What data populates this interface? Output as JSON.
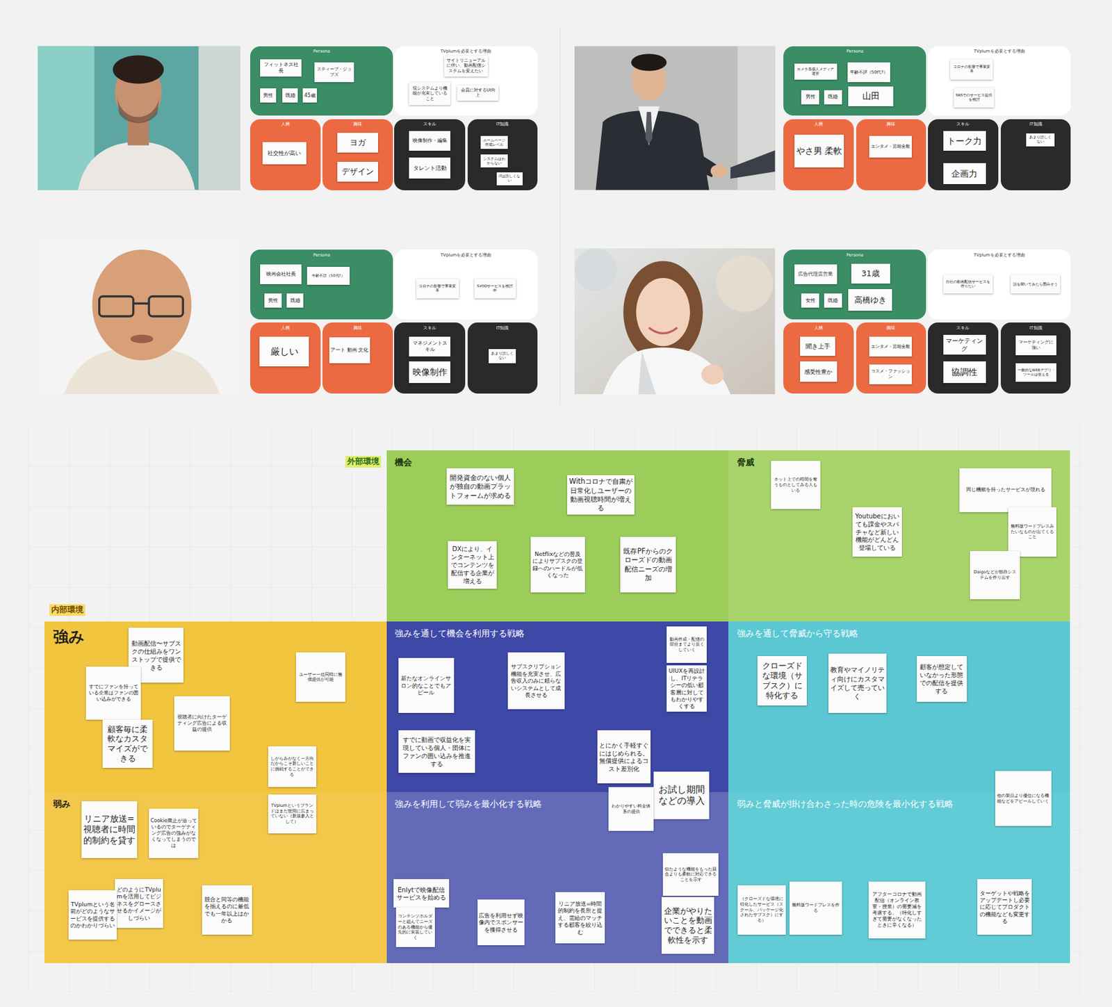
{
  "diagram": {
    "nodes": [
      {
        "text": [
          "Persona"
        ]
      },
      {
        "text": [
          "フィットネス社長"
        ],
        "in": 0
      },
      {
        "text": [
          "スティーブ・ジョブズ"
        ],
        "in": 0
      },
      {
        "text": [
          "男性"
        ],
        "in": 0
      },
      {
        "text": [
          "既婚"
        ],
        "in": 0
      },
      {
        "text": [
          "45歳"
        ],
        "in": 0
      },
      {
        "text": [
          "TVplumを必要とする理由"
        ]
      },
      {
        "text": [
          "サイトリニューアルに伴い、動画配信システムを変えたい"
        ],
        "in": 6
      },
      {
        "text": [
          "現システムより機能が充実していること"
        ],
        "in": 6
      },
      {
        "text": [
          "会員に対するUI向上"
        ],
        "in": 6
      },
      {
        "text": [
          "人柄"
        ]
      },
      {
        "text": [
          "社交性が高い"
        ],
        "in": 10
      },
      {
        "text": [
          "興味"
        ]
      },
      {
        "text": [
          "ヨガ"
        ],
        "in": 12
      },
      {
        "text": [
          "デザイン"
        ],
        "in": 12
      },
      {
        "text": [
          "スキル"
        ]
      },
      {
        "text": [
          "映像制作・編集"
        ],
        "in": 15
      },
      {
        "text": [
          "タレント活動"
        ],
        "in": 15
      },
      {
        "text": [
          "IT知識"
        ]
      },
      {
        "text": [
          "ホームページ作成レベル"
        ],
        "in": 18
      },
      {
        "text": [
          "システムはわからない"
        ],
        "in": 18
      },
      {
        "text": [
          "ITは詳しくない"
        ],
        "in": 18
      },
      {
        "text": [
          "Persona"
        ]
      },
      {
        "text": [
          "カメラ系個人メディア運営"
        ],
        "in": 22
      },
      {
        "text": [
          "年齢不詳（50代?）"
        ],
        "in": 22
      },
      {
        "text": [
          "男性"
        ],
        "in": 22
      },
      {
        "text": [
          "既婚"
        ],
        "in": 22
      },
      {
        "text": [
          "山田"
        ],
        "in": 22
      },
      {
        "text": [
          "TVplumを必要とする理由"
        ]
      },
      {
        "text": [
          "コロナの影響で事業変革"
        ],
        "in": 28
      },
      {
        "text": [
          "SNSでのサービス提供を検討"
        ],
        "in": 28
      },
      {
        "text": [
          "人柄"
        ]
      },
      {
        "text": [
          "やさ男 柔軟"
        ],
        "in": 31
      },
      {
        "text": [
          "興味"
        ]
      },
      {
        "text": [
          "エンタメ・芸能全般"
        ],
        "in": 33
      },
      {
        "text": [
          "スキル"
        ]
      },
      {
        "text": [
          "トーク力"
        ],
        "in": 35
      },
      {
        "text": [
          "企画力"
        ],
        "in": 35
      },
      {
        "text": [
          "IT知識"
        ]
      },
      {
        "text": [
          "あまり詳しくない"
        ],
        "in": 38
      },
      {
        "text": [
          "Persona"
        ]
      },
      {
        "text": [
          "映画会社社長"
        ],
        "in": 40
      },
      {
        "text": [
          "年齢不詳（50代?）"
        ],
        "in": 40
      },
      {
        "text": [
          "男性"
        ],
        "in": 40
      },
      {
        "text": [
          "既婚"
        ],
        "in": 40
      },
      {
        "text": [
          "TVplumを必要とする理由"
        ]
      },
      {
        "text": [
          "コロナの影響で事業変革"
        ],
        "in": 45
      },
      {
        "text": [
          "SVODサービスを検討中"
        ],
        "in": 45
      },
      {
        "text": [
          "人柄"
        ]
      },
      {
        "text": [
          "厳しい"
        ],
        "in": 48
      },
      {
        "text": [
          "興味"
        ]
      },
      {
        "text": [
          "アート 動画 文化"
        ],
        "in": 50
      },
      {
        "text": [
          "スキル"
        ]
      },
      {
        "text": [
          "マネジメントスキル"
        ],
        "in": 52
      },
      {
        "text": [
          "映像制作"
        ],
        "in": 52
      },
      {
        "text": [
          "IT知識"
        ]
      },
      {
        "text": [
          "あまり詳しくない"
        ],
        "in": 55
      },
      {
        "text": [
          "Persona"
        ]
      },
      {
        "text": [
          "広告代理店営業"
        ],
        "in": 57
      },
      {
        "text": [
          "31歳"
        ],
        "in": 57
      },
      {
        "text": [
          "女性"
        ],
        "in": 57
      },
      {
        "text": [
          "既婚"
        ],
        "in": 57
      },
      {
        "text": [
          "高橋ゆき"
        ],
        "in": 57
      },
      {
        "text": [
          "TVplumを必要とする理由"
        ]
      },
      {
        "text": [
          "自社の動画配信サービスを作りたい"
        ],
        "in": 63
      },
      {
        "text": [
          "話を聞いてみたら面白そう"
        ],
        "in": 63
      },
      {
        "text": [
          "人柄"
        ]
      },
      {
        "text": [
          "聞き上手"
        ],
        "in": 66
      },
      {
        "text": [
          "感受性豊か"
        ],
        "in": 66
      },
      {
        "text": [
          "興味"
        ]
      },
      {
        "text": [
          "エンタメ・芸能全般"
        ],
        "in": 69
      },
      {
        "text": [
          "コスメ・ファッション"
        ],
        "in": 69
      },
      {
        "text": [
          "スキル"
        ]
      },
      {
        "text": [
          "マーケティング"
        ],
        "in": 72
      },
      {
        "text": [
          "協調性"
        ],
        "in": 72
      },
      {
        "text": [
          "IT知識"
        ]
      },
      {
        "text": [
          "マーケティングに強い"
        ],
        "in": 75
      },
      {
        "text": [
          "一般的なWEBアプリ・ツールは使える"
        ],
        "in": 75
      },
      {
        "text": [
          "機会"
        ]
      },
      {
        "text": [
          "開発資金のない個人が独自の動画プラットフォームが求める"
        ],
        "in": 78
      },
      {
        "text": [
          "Withコロナで自粛が日常化しユーザーの動画視聴時間が増える"
        ],
        "in": 78
      },
      {
        "text": [
          "DXにより、インターネット上でコンテンツを配信する企業が増える"
        ],
        "in": 78
      },
      {
        "text": [
          "Netflixなどの普及によりサブスクの登録へのハードルが低くなった"
        ],
        "in": 78
      },
      {
        "text": [
          "既存PFからのクローズドの動画配信ニーズの増加"
        ],
        "in": 78
      },
      {
        "text": [
          "脅威"
        ]
      },
      {
        "text": [
          "ネット上での時間を奪うものとしてみる人もいる"
        ],
        "in": 84
      },
      {
        "text": [
          "同じ機能を持ったサービスが現れる"
        ],
        "in": 84
      },
      {
        "text": [
          "Youtubeにおいても課金やスパチャなど新しい機能がどんどん登場している"
        ],
        "in": 84
      },
      {
        "text": [
          "無料版ワードプレスみたいなものが出てくること"
        ],
        "in": 84
      },
      {
        "text": [
          "Daigoなどが独自システムを作り出す"
        ],
        "in": 84
      },
      {
        "text": [
          "強み"
        ]
      },
      {
        "text": [
          "動画配信〜サブスクの仕組みをワンストップで提供できる"
        ],
        "in": 90
      },
      {
        "text": [
          "すでにファンを持っている企業はファンの囲い込みができる"
        ],
        "in": 90
      },
      {
        "text": [
          "ユーザー一括同時に無償提供が可能"
        ],
        "in": 90
      },
      {
        "text": [
          "視聴者に向けたターゲティング広告による収益の提供"
        ],
        "in": 90
      },
      {
        "text": [
          "顧客毎に柔軟なカスタマイズができる"
        ],
        "in": 90
      },
      {
        "text": [
          "しがらみがなく一方向だからこそ新しいことに挑戦することができる"
        ],
        "in": 90
      },
      {
        "text": [
          "強みを通して機会を利用する戦略"
        ]
      },
      {
        "text": [
          "新たなオンラインサロン的なことでもアピール"
        ],
        "in": 97
      },
      {
        "text": [
          "サブスクリプション機能を充実させ、広告収入のみに頼らないシステムとして成長させる"
        ],
        "in": 97
      },
      {
        "text": [
          "動画作成・配信の部分までより良くしていく"
        ],
        "in": 97
      },
      {
        "text": [
          "UIUXを再設計し、ITリテラシーの低い顧客層に対してもわかりやすくする"
        ],
        "in": 97
      },
      {
        "text": [
          "すでに動画で収益化を実現している個人・団体にファンの囲い込みを推進する"
        ],
        "in": 97
      },
      {
        "text": [
          "とにかく手軽すぐにはじめられる。無償提供によるコスト差別化"
        ],
        "in": 97
      },
      {
        "text": [
          "強みを通して脅威から守る戦略"
        ]
      },
      {
        "text": [
          "クローズドな環境（サブスク）に特化する"
        ],
        "in": 104
      },
      {
        "text": [
          "教育やマイノリティ向けにカスタマイズして売っていく"
        ],
        "in": 104
      },
      {
        "text": [
          "顧客が想定していなかった形態での配信を提供する"
        ],
        "in": 104
      },
      {
        "text": [
          "弱み"
        ]
      },
      {
        "text": [
          "リニア放送=視聴者に時間的制約を貸す"
        ],
        "in": 108
      },
      {
        "text": [
          "Cookie廃止が迫っているのでターゲティング広告の強みがなくなってしまうのでは"
        ],
        "in": 108
      },
      {
        "text": [
          "TVplumというブランドはまだ世間に広まっていない（新規参入として）"
        ],
        "in": 108
      },
      {
        "text": [
          "どのようにTVplumを活用してビジネスをグロースさせるかイメージがしづらい"
        ],
        "in": 108
      },
      {
        "text": [
          "TVplumという名前がどのようなサービスを提供するのかわかりづらい"
        ],
        "in": 108
      },
      {
        "text": [
          "競合と同等の機能を揃えるのに最低でも一年以上はかかる"
        ],
        "in": 108
      },
      {
        "text": [
          "強みを利用して弱みを最小化する戦略"
        ]
      },
      {
        "text": [
          "お試し期間などの導入"
        ],
        "in": 115
      },
      {
        "text": [
          "わかりやすい料金体系の提供"
        ],
        "in": 115
      },
      {
        "text": [
          "Enlytで映像配信サービスを始める"
        ],
        "in": 115
      },
      {
        "text": [
          "コンテンツホルダーと組んでニーズのある機能から優先的に実装していく"
        ],
        "in": 115
      },
      {
        "text": [
          "広告を利用せず映像内でスポンサーを獲得させる"
        ],
        "in": 115
      },
      {
        "text": [
          "リニア放送=時間的制約を長所と捉え、需給のマッチする顧客を絞り込む"
        ],
        "in": 115
      },
      {
        "text": [
          "似たような機能をもった競合よりも柔軟に対応できることを示す"
        ],
        "in": 115
      },
      {
        "text": [
          "企業がやりたいことを動画でできると柔軟性を示す"
        ],
        "in": 115
      },
      {
        "text": [
          "弱みと脅威が掛け合わさった時の危険を最小化する戦略"
        ]
      },
      {
        "text": [
          "他の製品より優位になる機能などをアピールしていく"
        ],
        "in": 124
      },
      {
        "text": [
          "（クローズドな環境に特化したサービス（スクール、パッケージ化されたサブスク）にする）"
        ],
        "in": 124
      },
      {
        "text": [
          "無料版ワードプレスを作る"
        ],
        "in": 124
      },
      {
        "text": [
          "アフターコロナで動画配信（オンライン教室・授業）の需要減を考慮する。（特化しすぎて需要がなくなったときに辛くなる）"
        ],
        "in": 124
      },
      {
        "text": [
          "ターゲットや戦略をアップデートし必要に応じてプロダクトの機能なども変更する"
        ],
        "in": 124
      }
    ],
    "labels": [
      "外部環境",
      "内部環境"
    ]
  }
}
